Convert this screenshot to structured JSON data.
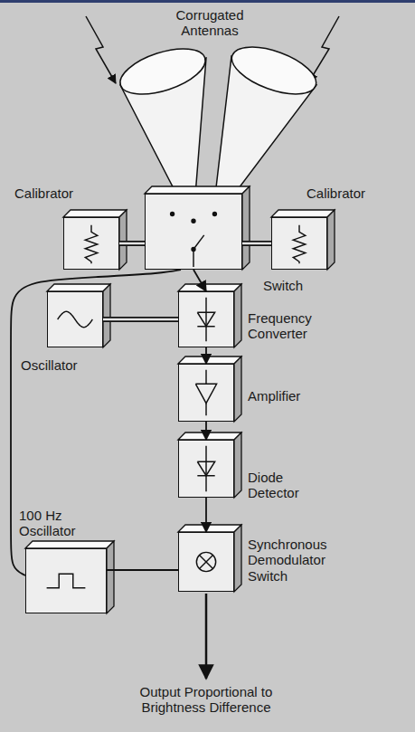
{
  "diagram": {
    "nodes": [
      {
        "text": [
          "Calibrator"
        ]
      },
      {
        "text": [
          "Switch"
        ]
      },
      {
        "text": [
          "Calibrator"
        ]
      },
      {
        "text": [
          "Frequency Converter"
        ]
      },
      {
        "text": [
          "Oscillator"
        ]
      },
      {
        "text": [
          "Amplifier"
        ]
      },
      {
        "text": [
          "Diode Detector"
        ]
      },
      {
        "text": [
          "100 Hz Oscillator"
        ]
      },
      {
        "text": [
          "Synchronous Demodulator Switch"
        ]
      }
    ],
    "edges": [
      {
        "from": 0,
        "to": 1,
        "arrow": "none"
      },
      {
        "from": 2,
        "to": 1,
        "arrow": "none"
      },
      {
        "from": 1,
        "to": 3,
        "arrow": "to"
      },
      {
        "from": 4,
        "to": 3,
        "arrow": "none"
      },
      {
        "from": 3,
        "to": 5,
        "arrow": "to"
      },
      {
        "from": 5,
        "to": 6,
        "arrow": "to"
      },
      {
        "from": 6,
        "to": 8,
        "arrow": "to"
      },
      {
        "from": 7,
        "to": 1,
        "arrow": "none"
      },
      {
        "from": 7,
        "to": 8,
        "arrow": "none"
      }
    ],
    "labels": [
      "Corrugated Antennas",
      "Output Proportional to Brightness Difference"
    ]
  }
}
